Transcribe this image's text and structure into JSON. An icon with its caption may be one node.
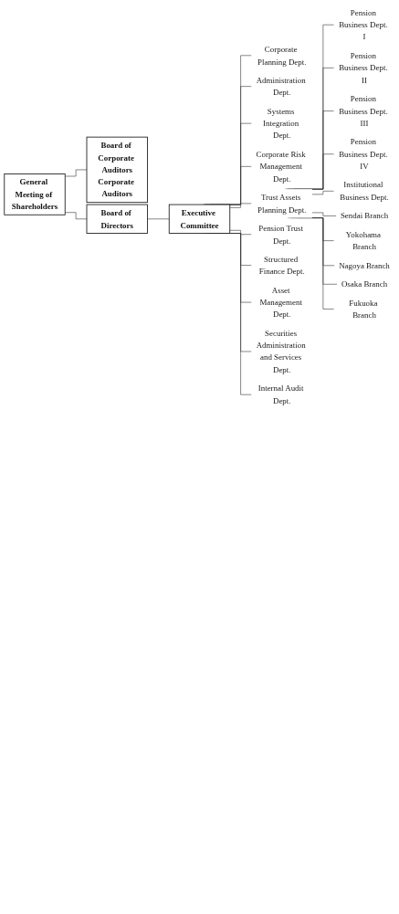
{
  "diagram": {
    "nodes": [
      {
        "text": [
          "General Meeting of Shareholders"
        ]
      },
      {
        "text": [
          "Board of Corporate Auditors",
          "Corporate Auditors"
        ]
      },
      {
        "text": [
          "Board of Directors"
        ]
      },
      {
        "text": [
          "Executive Committee"
        ]
      },
      {
        "text": [
          "Corporate Planning Dept."
        ]
      },
      {
        "text": [
          "Administration Dept."
        ]
      },
      {
        "text": [
          "Systems Integration Dept."
        ]
      },
      {
        "text": [
          "Corporate Risk Management Dept."
        ]
      },
      {
        "text": [
          "Trust Assets Planning Dept."
        ]
      },
      {
        "text": [
          "Pension Business Dept. I"
        ]
      },
      {
        "text": [
          "Pension Business Dept. II"
        ]
      },
      {
        "text": [
          "Pension Business Dept. III"
        ]
      },
      {
        "text": [
          "Pension Business Dept. IV"
        ]
      },
      {
        "text": [
          "Institutional Business Dept."
        ]
      },
      {
        "text": [
          "Sendai Branch"
        ]
      },
      {
        "text": [
          "Yokohama Branch"
        ]
      },
      {
        "text": [
          "Nagoya Branch"
        ]
      },
      {
        "text": [
          "Osaka Branch"
        ]
      },
      {
        "text": [
          "Fukuoka Branch"
        ]
      },
      {
        "text": [
          "Pension Trust Dept."
        ]
      },
      {
        "text": [
          "Structured Finance Dept."
        ]
      },
      {
        "text": [
          "Asset Management Dept."
        ]
      },
      {
        "text": [
          "Securities Administration and Services Dept."
        ]
      },
      {
        "text": [
          "Internal Audit Dept."
        ]
      }
    ],
    "edges": [
      {
        "from": 0,
        "to": 1,
        "arrow": "none"
      },
      {
        "from": 0,
        "to": 2,
        "arrow": "none"
      },
      {
        "from": 2,
        "to": 3,
        "arrow": "none"
      },
      {
        "from": 3,
        "to": 4,
        "arrow": "none"
      },
      {
        "from": 3,
        "to": 5,
        "arrow": "none"
      },
      {
        "from": 3,
        "to": 6,
        "arrow": "none"
      },
      {
        "from": 3,
        "to": 7,
        "arrow": "none"
      },
      {
        "from": 3,
        "to": 8,
        "arrow": "none"
      },
      {
        "from": 8,
        "to": 9,
        "arrow": "none"
      },
      {
        "from": 8,
        "to": 10,
        "arrow": "none"
      },
      {
        "from": 8,
        "to": 11,
        "arrow": "none"
      },
      {
        "from": 8,
        "to": 12,
        "arrow": "none"
      },
      {
        "from": 8,
        "to": 13,
        "arrow": "none"
      },
      {
        "from": 8,
        "to": 14,
        "arrow": "none"
      },
      {
        "from": 8,
        "to": 15,
        "arrow": "none"
      },
      {
        "from": 8,
        "to": 16,
        "arrow": "none"
      },
      {
        "from": 8,
        "to": 17,
        "arrow": "none"
      },
      {
        "from": 8,
        "to": 18,
        "arrow": "none"
      },
      {
        "from": 3,
        "to": 19,
        "arrow": "none"
      },
      {
        "from": 3,
        "to": 20,
        "arrow": "none"
      },
      {
        "from": 3,
        "to": 21,
        "arrow": "none"
      },
      {
        "from": 3,
        "to": 22,
        "arrow": "none"
      },
      {
        "from": 3,
        "to": 23,
        "arrow": "none"
      }
    ]
  }
}
